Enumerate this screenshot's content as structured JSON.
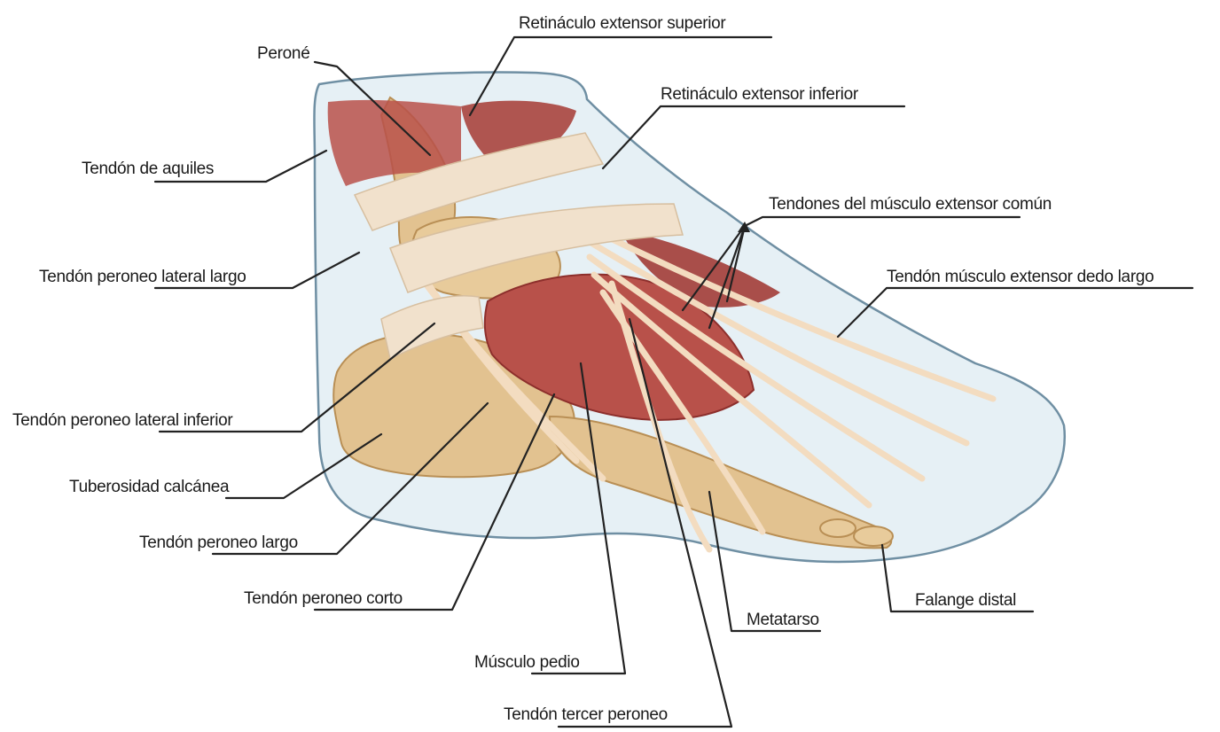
{
  "labels": {
    "peronei": "Peroné",
    "retinaculo_superior": "Retináculo extensor superior",
    "retinaculo_inferior": "Retináculo extensor inferior",
    "tendon_aquiles": "Tendón de aquiles",
    "tendones_extensor_comun": "Tendones del músculo extensor común",
    "peroneo_lateral_largo": "Tendón peroneo lateral largo",
    "extensor_dedo_largo": "Tendón músculo extensor dedo largo",
    "peroneo_lateral_inferior": "Tendón peroneo lateral inferior",
    "tuberosidad_calcanea": "Tuberosidad calcánea",
    "peroneo_largo": "Tendón peroneo largo",
    "peroneo_corto": "Tendón peroneo corto",
    "metatarso": "Metatarso",
    "falange_distal": "Falange distal",
    "musculo_pedio": "Músculo pedio",
    "tercer_peroneo": "Tendón tercer peroneo"
  },
  "colors": {
    "skin_outline": "#6f8fa3",
    "skin_fill": "#e6f0f5",
    "bone": "#e2c290",
    "bone_dark": "#b98f55",
    "muscle": "#b8514a",
    "muscle_dark": "#8d2f2c",
    "tendon": "#f3dcc0",
    "retinaculum": "#f1e1cc"
  }
}
